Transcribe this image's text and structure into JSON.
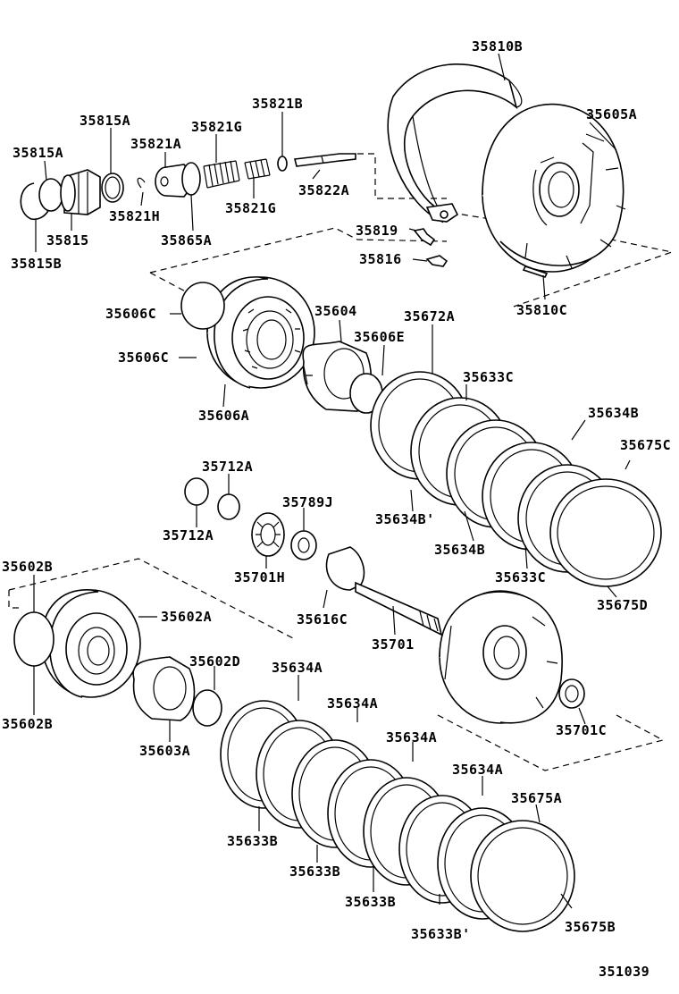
{
  "diagram_code": "351039",
  "labels": {
    "l35810B": "35810B",
    "l35605A": "35605A",
    "l35815A_top": "35815A",
    "l35821B": "35821B",
    "l35815A_left": "35815A",
    "l35821A": "35821A",
    "l35821G_top": "35821G",
    "l35822A": "35822A",
    "l35821H": "35821H",
    "l35821G_bot": "35821G",
    "l35815": "35815",
    "l35865A": "35865A",
    "l35819": "35819",
    "l35815B": "35815B",
    "l35816": "35816",
    "l35810C": "35810C",
    "l35606C_a": "35606C",
    "l35604": "35604",
    "l35672A": "35672A",
    "l35606E": "35606E",
    "l35606C_b": "35606C",
    "l35633C_a": "35633C",
    "l35606A": "35606A",
    "l35634B_a": "35634B",
    "l35675C": "35675C",
    "l35712A_a": "35712A",
    "l35789J": "35789J",
    "l35634B_b": "35634B'",
    "l35712A_b": "35712A",
    "l35634B_c": "35634B",
    "l35701H": "35701H",
    "l35633C_b": "35633C",
    "l35602B_a": "35602B",
    "l35675D": "35675D",
    "l35602A": "35602A",
    "l35616C": "35616C",
    "l35701": "35701",
    "l35602D": "35602D",
    "l35634A_a": "35634A",
    "l35602B_b": "35602B",
    "l35634A_b": "35634A",
    "l35603A": "35603A",
    "l35701C": "35701C",
    "l35634A_c": "35634A",
    "l35634A_d": "35634A",
    "l35675A": "35675A",
    "l35633B_a": "35633B",
    "l35633B_b": "35633B",
    "l35633B_c": "35633B",
    "l35633B_d": "35633B'",
    "l35675B": "35675B"
  }
}
